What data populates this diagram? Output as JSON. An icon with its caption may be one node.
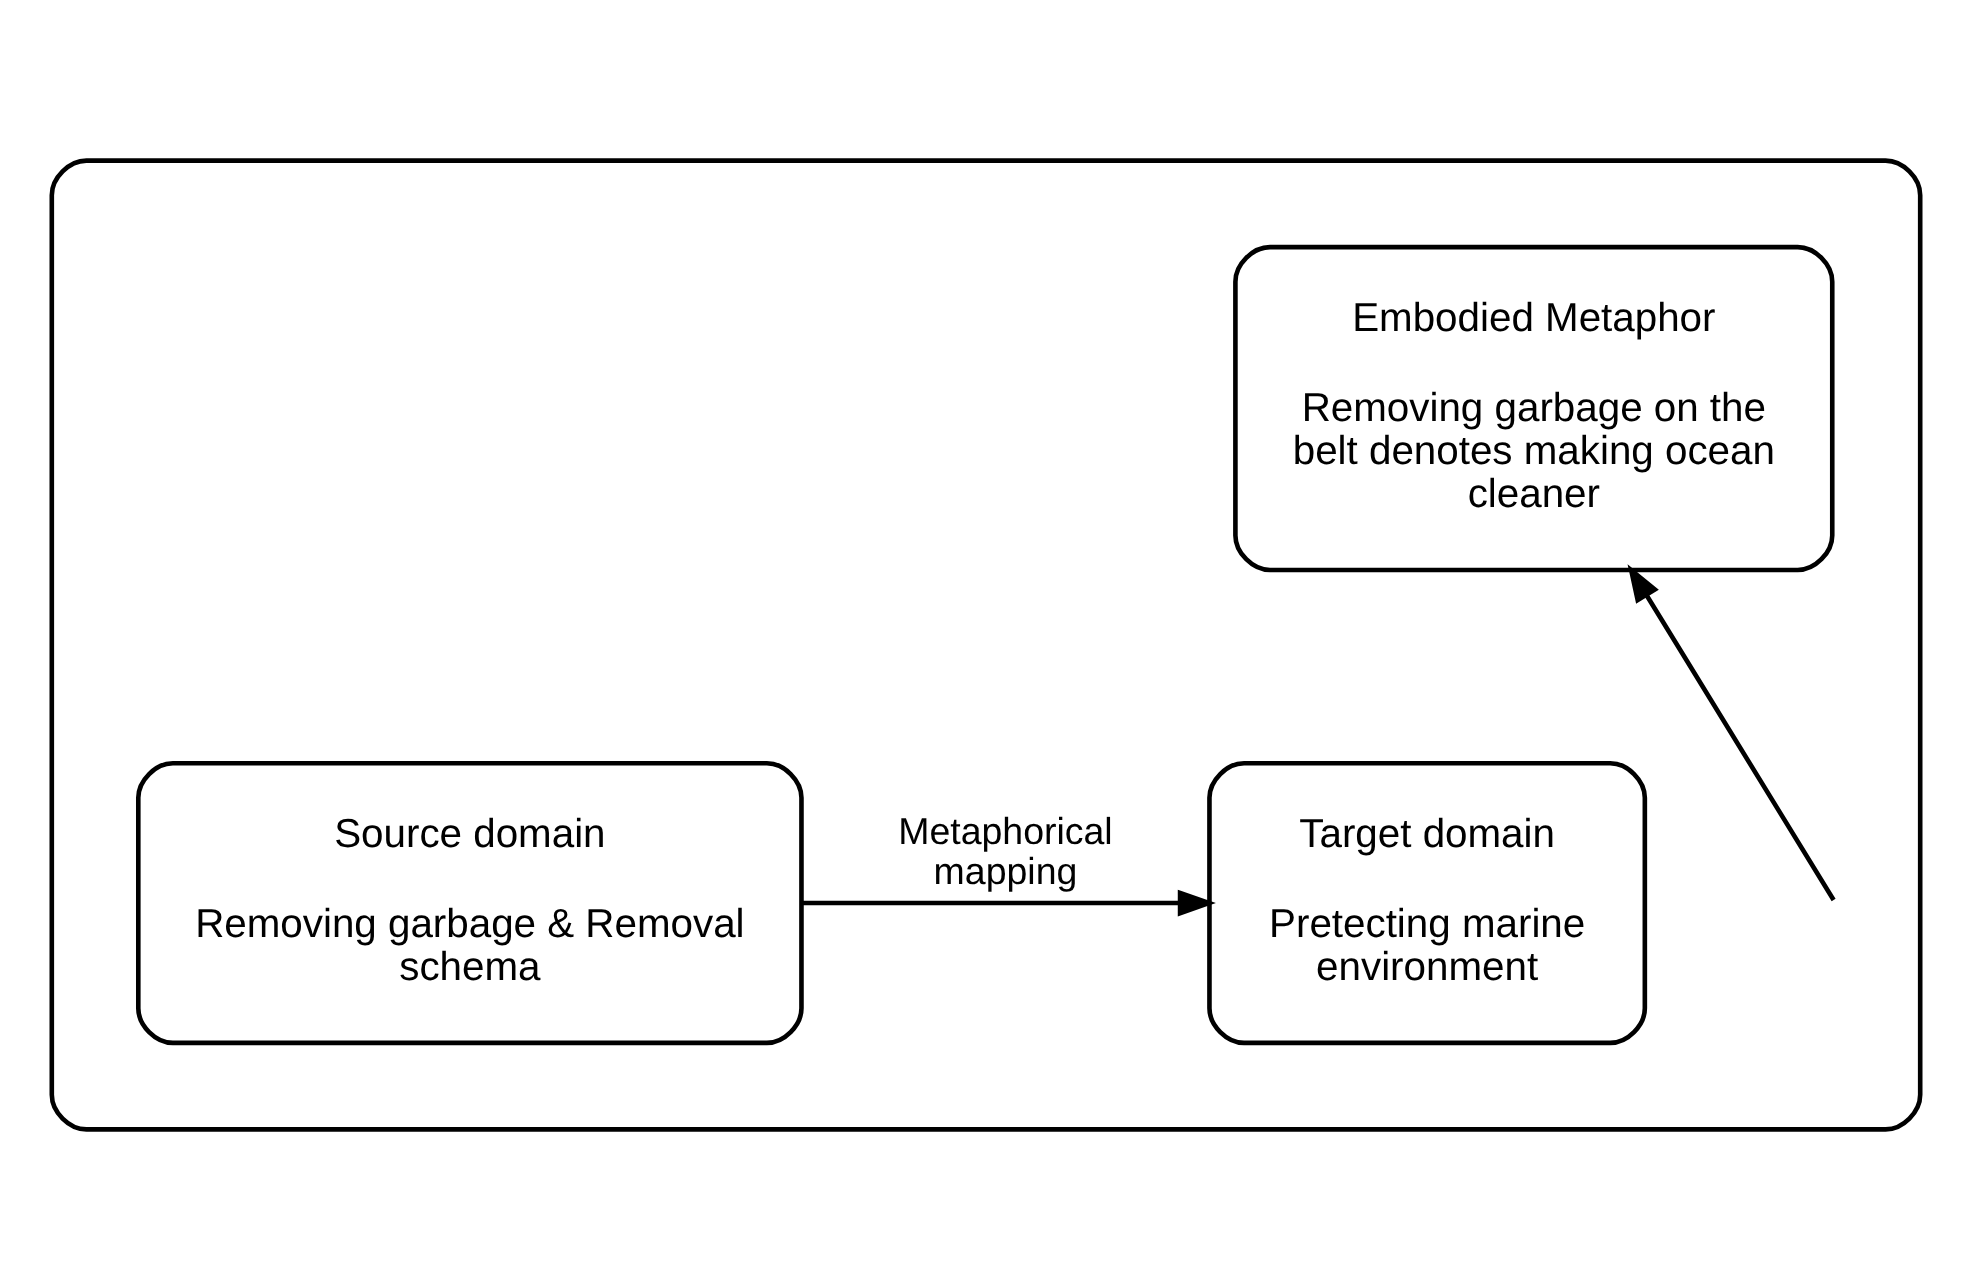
{
  "diagram": {
    "nodes": [
      {
        "text": [],
        "shape": "box"
      },
      {
        "text": [
          "Embodied Metaphor",
          "Removing garbage on the belt denotes making ocean cleaner"
        ],
        "in": 0
      },
      {
        "text": [
          "Source domain",
          "Removing garbage & Removal schema"
        ],
        "in": 0
      },
      {
        "text": [
          "Target domain",
          "Pretecting marine environment"
        ],
        "in": 0
      }
    ],
    "edges": [
      {
        "from": 2,
        "to": 3,
        "arrow": "to",
        "label": "Metaphorical mapping"
      },
      {
        "from": null,
        "to": 1,
        "arrow": "to"
      }
    ]
  }
}
